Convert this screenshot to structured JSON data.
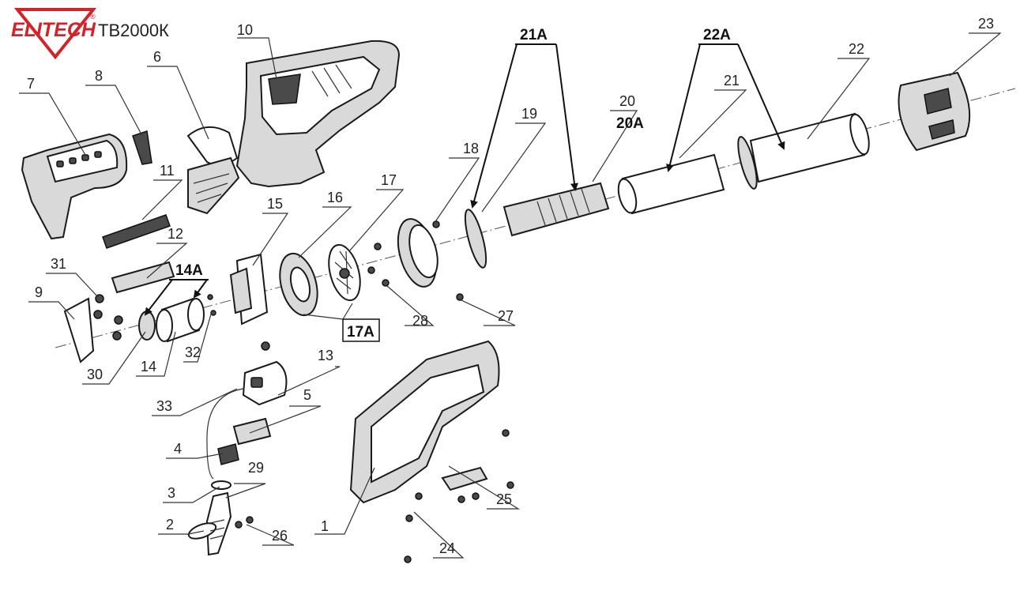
{
  "brand": {
    "name": "ELITECH",
    "trademark": "®",
    "model": "ТВ2000К",
    "color": "#d2232a"
  },
  "callouts": {
    "p1": "1",
    "p2": "2",
    "p3": "3",
    "p4": "4",
    "p5": "5",
    "p6": "6",
    "p7": "7",
    "p8": "8",
    "p9": "9",
    "p10": "10",
    "p11": "11",
    "p12": "12",
    "p13": "13",
    "p14": "14",
    "p14a": "14A",
    "p15": "15",
    "p16": "16",
    "p17": "17",
    "p17a": "17A",
    "p18": "18",
    "p19": "19",
    "p20": "20",
    "p20a": "20A",
    "p21": "21",
    "p21a": "21A",
    "p22": "22",
    "p22a": "22A",
    "p23": "23",
    "p24": "24",
    "p25": "25",
    "p26": "26",
    "p27": "27",
    "p28": "28",
    "p29": "29",
    "p30": "30",
    "p31": "31",
    "p32": "32",
    "p33": "33"
  }
}
